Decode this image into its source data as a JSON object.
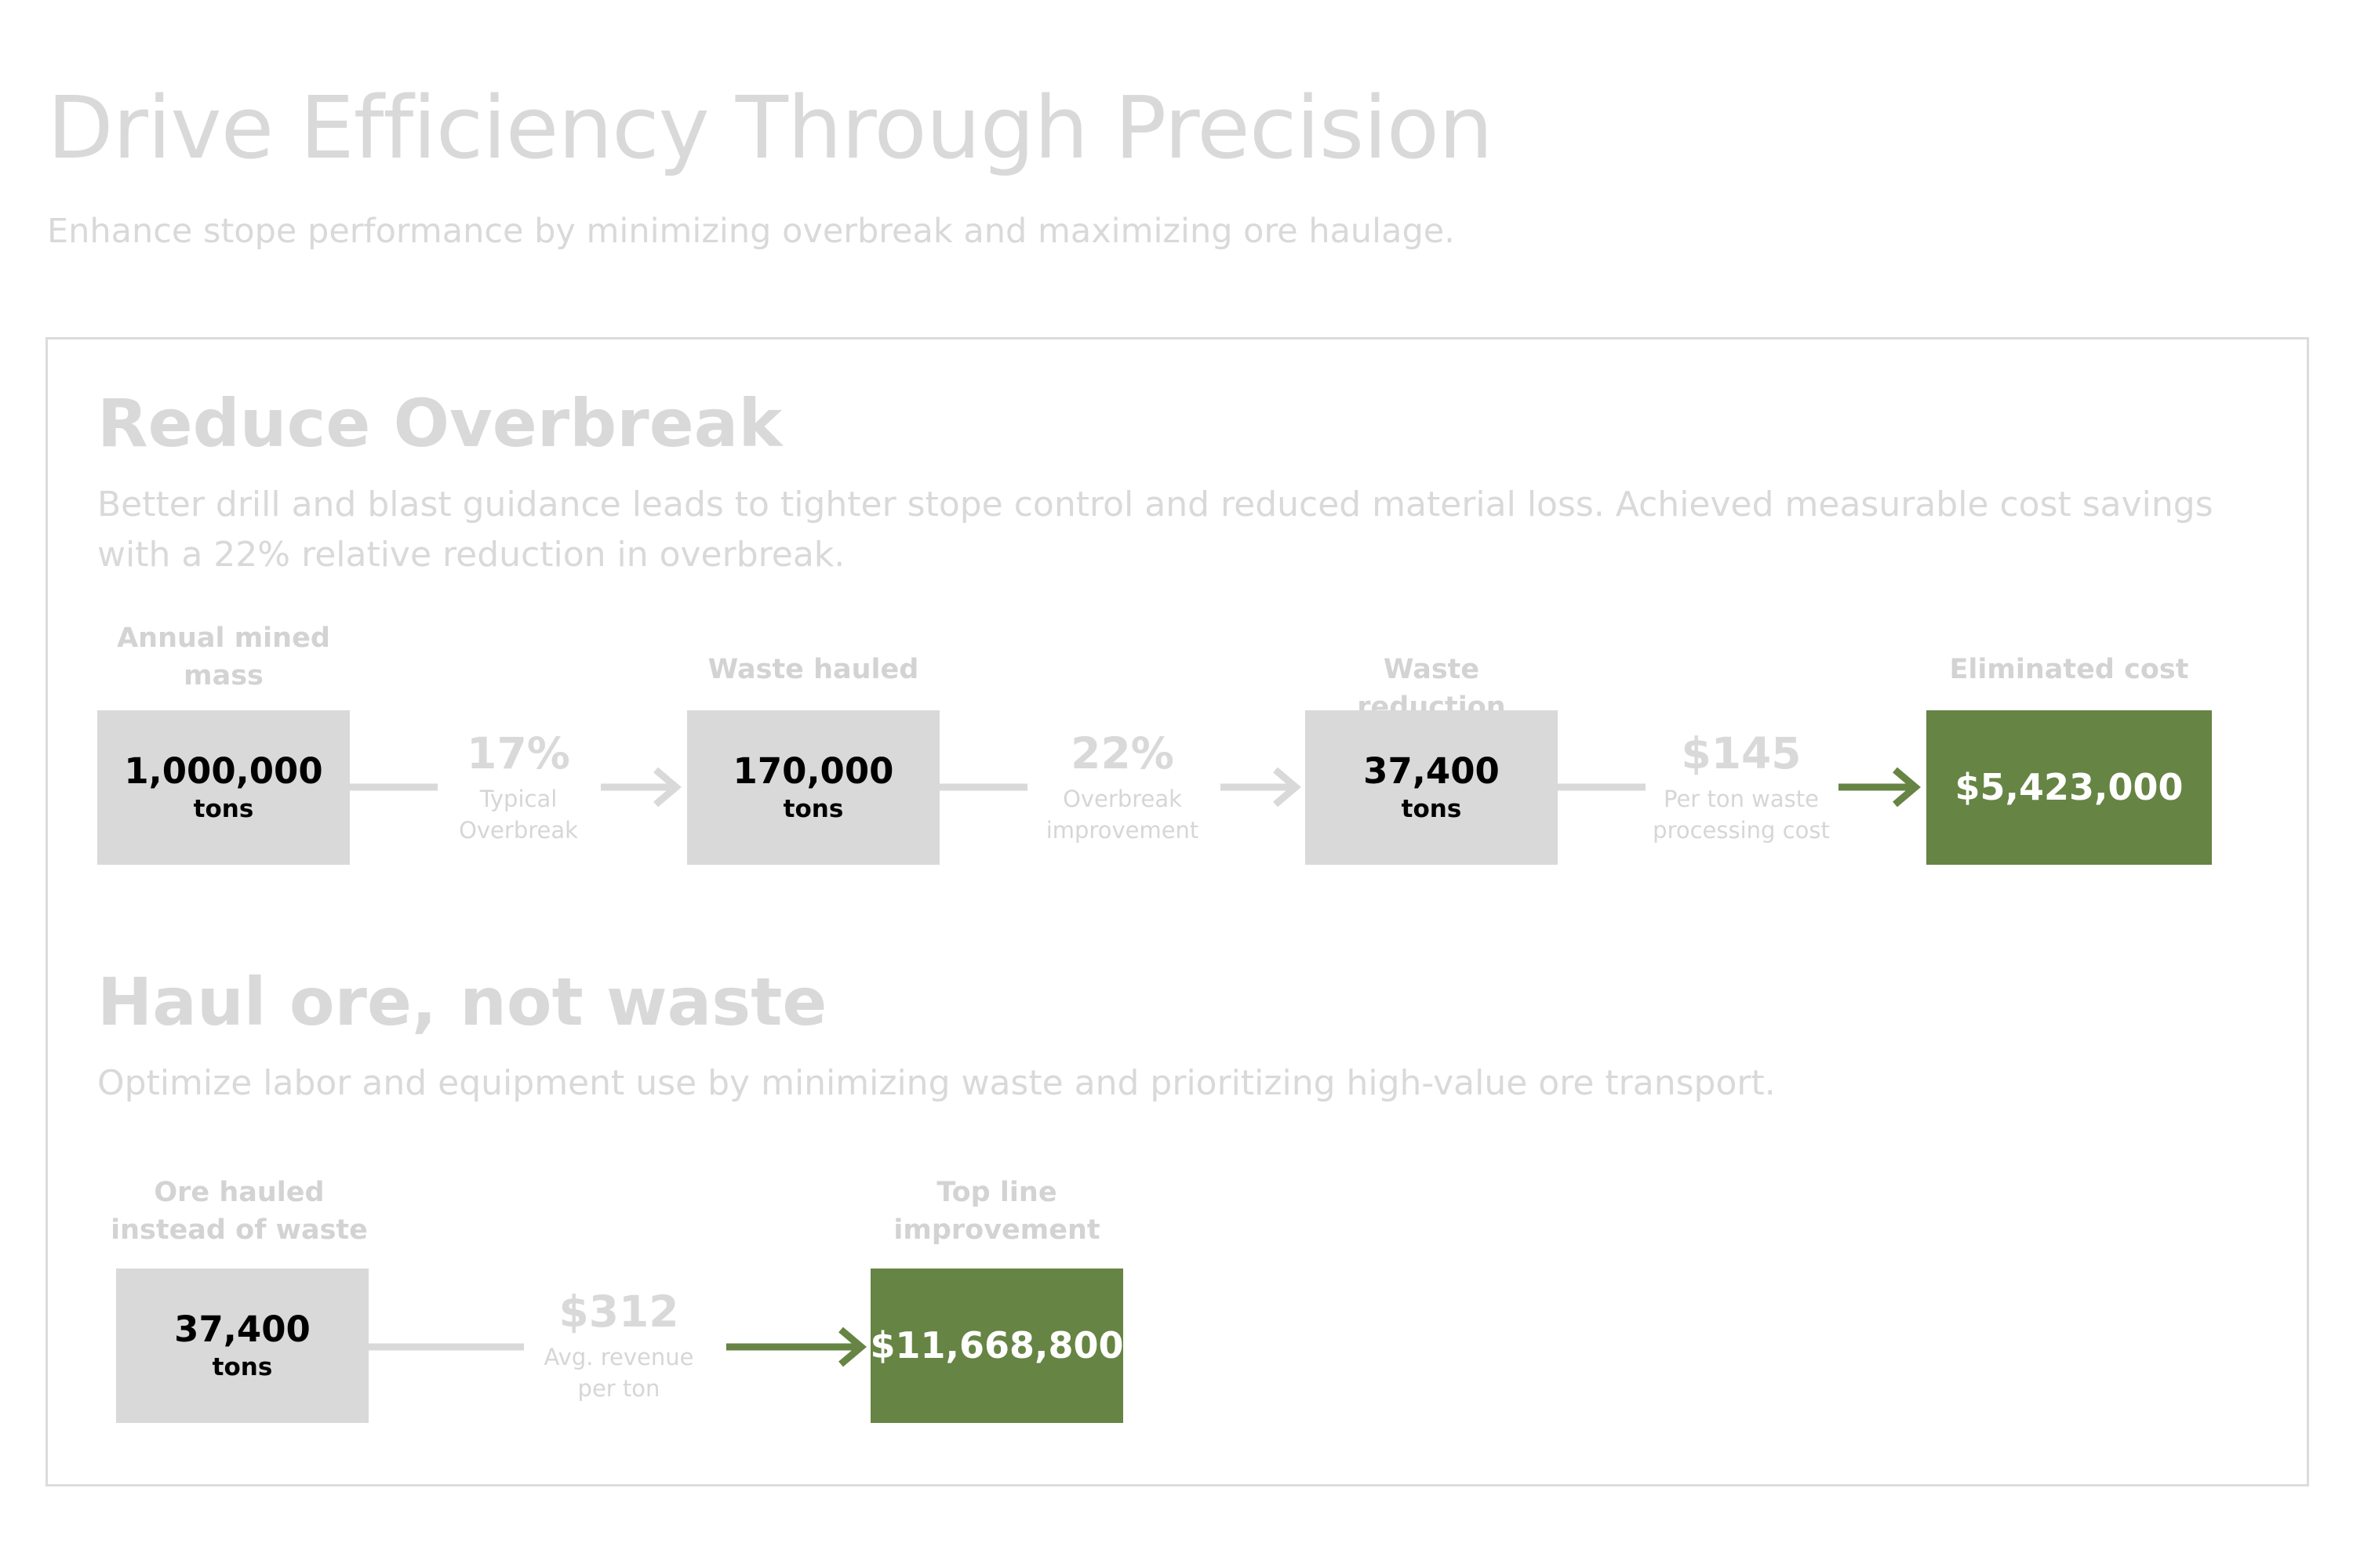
{
  "header": {
    "title": "Drive Efficiency Through Precision",
    "subtitle": "Enhance stope performance by minimizing overbreak and maximizing ore haulage."
  },
  "colors": {
    "accent_green": "#668443",
    "box_gray": "#d9d9d9",
    "muted_text": "#d9d9d9"
  },
  "overbreak": {
    "title": "Reduce Overbreak",
    "description": "Better drill and blast guidance leads to tighter stope control and reduced material loss. Achieved measurable cost savings with a 22% relative reduction in overbreak.",
    "boxes": [
      {
        "label": "Annual mined mass",
        "value": "1,000,000",
        "unit": "tons"
      },
      {
        "label": "Waste hauled",
        "value": "170,000",
        "unit": "tons"
      },
      {
        "label": "Waste reduction",
        "value": "37,400",
        "unit": "tons"
      },
      {
        "label": "Eliminated cost",
        "value": "$5,423,000"
      }
    ],
    "operators": [
      {
        "value": "17%",
        "caption": "Typical Overbreak"
      },
      {
        "value": "22%",
        "caption": "Overbreak improvement"
      },
      {
        "value": "$145",
        "caption": "Per ton waste processing cost"
      }
    ]
  },
  "haul": {
    "title": "Haul ore, not waste",
    "description": "Optimize labor and equipment use by minimizing waste and prioritizing high-value ore transport.",
    "boxes": [
      {
        "label": "Ore hauled instead of waste",
        "value": "37,400",
        "unit": "tons"
      },
      {
        "label": "Top line improvement",
        "value": "$11,668,800"
      }
    ],
    "operators": [
      {
        "value": "$312",
        "caption": "Avg. revenue per ton"
      }
    ]
  }
}
